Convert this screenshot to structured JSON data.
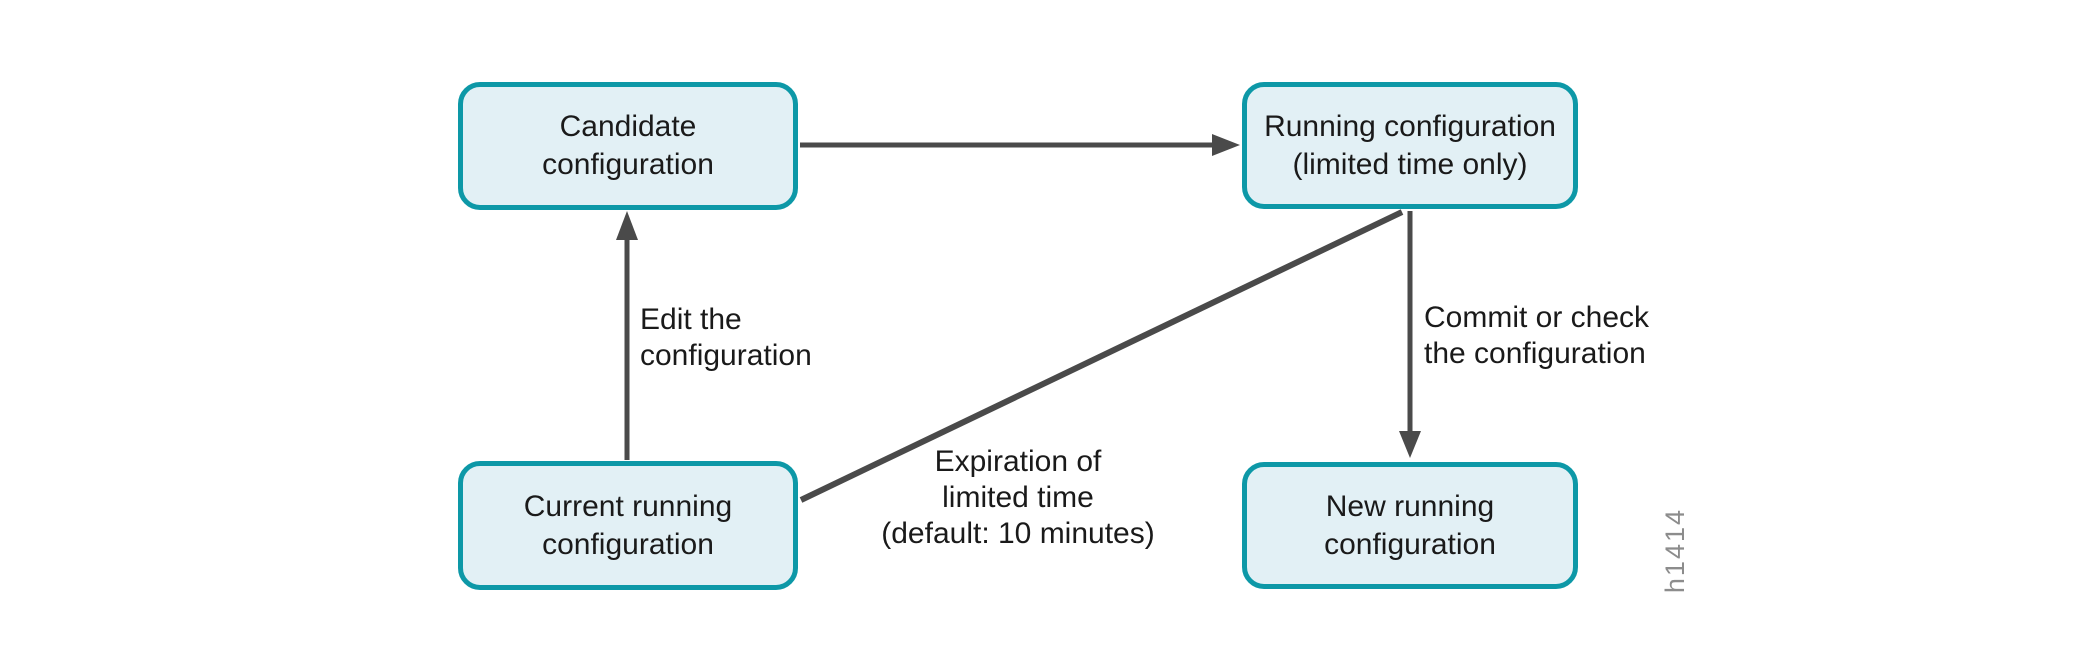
{
  "figure": {
    "boxes": {
      "candidate": "Candidate\nconfiguration",
      "running_limited": "Running configuration\n(limited time only)",
      "current_running": "Current running\nconfiguration",
      "new_running": "New running\nconfiguration"
    },
    "labels": {
      "edit": "Edit the\nconfiguration",
      "commit": "Commit or check\nthe configuration",
      "expiration": "Expiration of\nlimited time\n(default: 10 minutes)",
      "figure_id": "h1414"
    },
    "edges": [
      {
        "from": "Candidate configuration",
        "to": "Running configuration (limited time only)",
        "style": "arrow",
        "label": ""
      },
      {
        "from": "Current running configuration",
        "to": "Candidate configuration",
        "style": "arrow",
        "label": "Edit the configuration"
      },
      {
        "from": "Running configuration (limited time only)",
        "to": "New running configuration",
        "style": "arrow",
        "label": "Commit or check the configuration"
      },
      {
        "from": "Running configuration (limited time only)",
        "to": "Current running configuration",
        "style": "plain-line",
        "label": "Expiration of limited time (default: 10 minutes)"
      }
    ],
    "colors": {
      "box_border": "#0D98A7",
      "box_fill": "#E2F0F5",
      "connector": "#4A4A4A",
      "text": "#1A1A1A",
      "figure_id_text": "#8C8C8C",
      "background": "#FFFFFF"
    }
  }
}
